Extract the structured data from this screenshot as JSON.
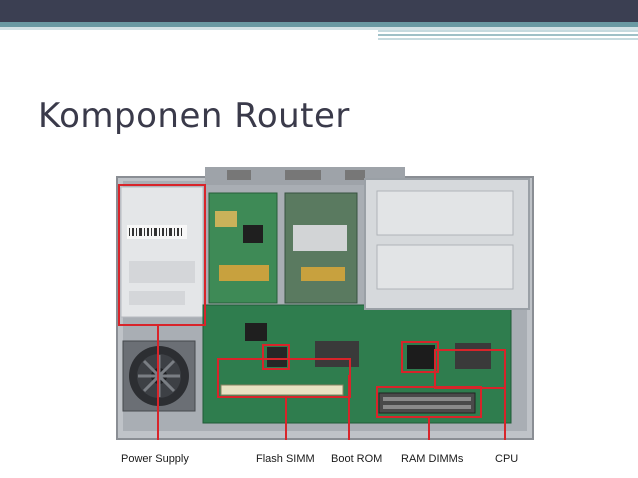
{
  "slide": {
    "title": "Komponen Router"
  },
  "figure": {
    "labels": {
      "power_supply": "Power Supply",
      "flash_simm": "Flash SIMM",
      "boot_rom": "Boot ROM",
      "ram_dimms": "RAM DIMMs",
      "cpu": "CPU"
    },
    "highlight_color": "#d8242a"
  }
}
